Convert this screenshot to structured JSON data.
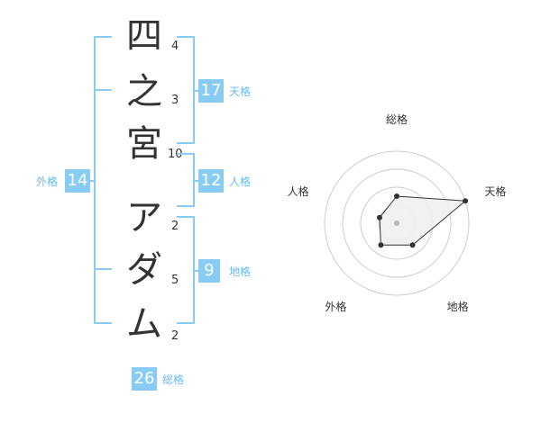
{
  "name": {
    "chars": [
      {
        "char": "四",
        "strokes": "4"
      },
      {
        "char": "之",
        "strokes": "3"
      },
      {
        "char": "宮",
        "strokes": "10"
      },
      {
        "char": "ア",
        "strokes": "2"
      },
      {
        "char": "ダ",
        "strokes": "5"
      },
      {
        "char": "ム",
        "strokes": "2"
      }
    ]
  },
  "fortune": {
    "tenkaku": {
      "value": "17",
      "label": "天格"
    },
    "jinkaku": {
      "value": "12",
      "label": "人格"
    },
    "chikaku": {
      "value": "9",
      "label": "地格"
    },
    "gaikaku": {
      "value": "14",
      "label": "外格"
    },
    "soukaku": {
      "value": "26",
      "label": "総格"
    }
  },
  "colors": {
    "accent": "#88ccf4",
    "label_text": "#66bbee",
    "text": "#333333",
    "grid": "#cccccc",
    "data_fill": "#f0f0f0",
    "data_stroke": "#333333",
    "center_dot": "#bbbbbb"
  },
  "chart_data": {
    "type": "radar",
    "axes": [
      "総格",
      "天格",
      "地格",
      "外格",
      "人格"
    ],
    "values": [
      1.5,
      4.0,
      1.5,
      1.5,
      1.0
    ],
    "rmax": 4
  }
}
